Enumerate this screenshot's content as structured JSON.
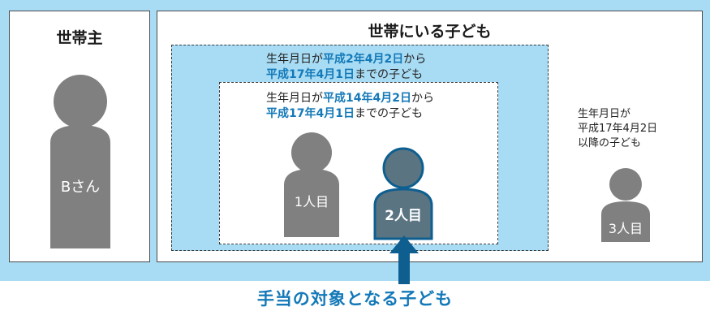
{
  "household_head": {
    "title": "世帯主",
    "person_label": "Bさん"
  },
  "children_section": {
    "title": "世帯にいる子ども",
    "outer_range": {
      "line1_prefix": "生年月日が",
      "line1_highlight": "平成2年4月2日",
      "line1_suffix": "から",
      "line2_highlight": "平成17年4月1日",
      "line2_suffix": "までの子ども"
    },
    "inner_range": {
      "line1_prefix": "生年月日が",
      "line1_highlight": "平成14年4月2日",
      "line1_suffix": "から",
      "line2_highlight": "平成17年4月1日",
      "line2_suffix": "までの子ども"
    },
    "right_caption": {
      "line1": "生年月日が",
      "line2": "平成17年4月2日",
      "line3": "以降の子ども"
    },
    "children": [
      {
        "label": "1人目"
      },
      {
        "label": "2人目"
      },
      {
        "label": "3人目"
      }
    ]
  },
  "target_label": "手当の対象となる子ども",
  "colors": {
    "light_blue": "#a8dcf4",
    "highlight_blue": "#1479b8",
    "figure_gray": "#808080",
    "target_figure": "#5a7482",
    "target_outline": "#0e5f90"
  }
}
